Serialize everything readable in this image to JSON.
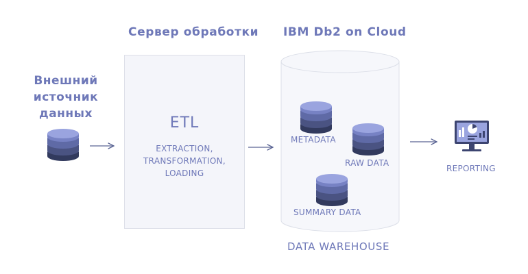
{
  "source": {
    "title_lines": [
      "Внешний",
      "источник",
      "данных"
    ],
    "icon": "database-icon"
  },
  "server": {
    "header": "Сервер обработки",
    "etl_title": "ETL",
    "etl_lines": [
      "EXTRACTION,",
      "TRANSFORMATION,",
      "LOADING"
    ]
  },
  "cloud": {
    "header": "IBM Db2 on Cloud",
    "items": {
      "metadata": "METADATA",
      "raw_data": "RAW DATA",
      "summary_data": "SUMMARY DATA"
    },
    "footer": "DATA WAREHOUSE"
  },
  "reporting": {
    "label": "REPORTING",
    "icon": "monitor-dashboard-icon"
  },
  "colors": {
    "text": "#6e78b8",
    "db_top": "#8e99d8",
    "db_mid": "#5c669f",
    "db_bottom": "#323a5e",
    "arrow": "#5b6594"
  }
}
